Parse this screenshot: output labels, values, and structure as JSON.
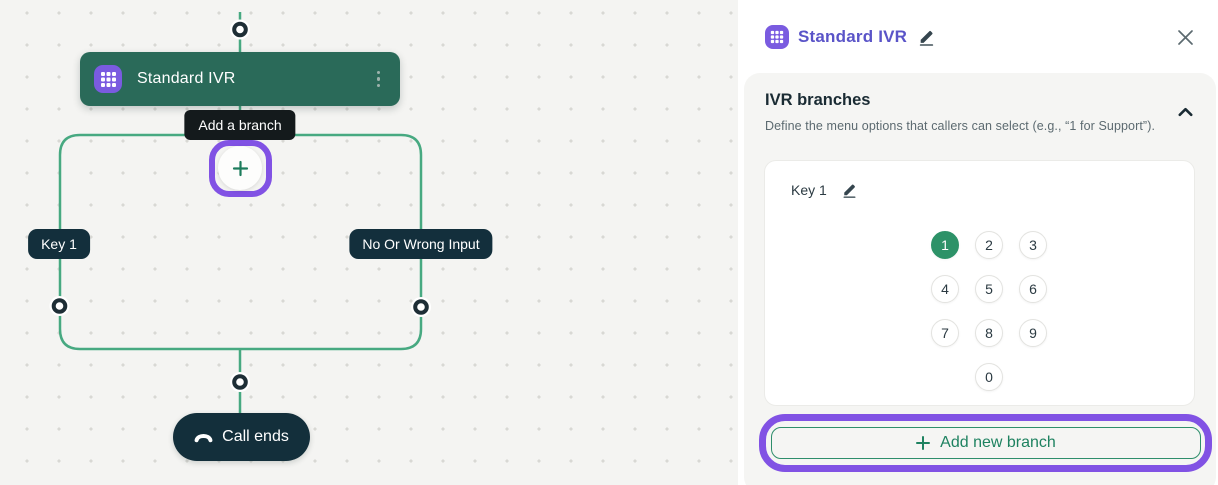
{
  "canvas": {
    "ivr_node": {
      "label": "Standard IVR",
      "icon": "dialpad-icon"
    },
    "tooltip": {
      "label": "Add a branch"
    },
    "add_branch_plus": {
      "icon": "plus-icon"
    },
    "branches": [
      {
        "label": "Key 1"
      },
      {
        "label": "No Or Wrong Input"
      }
    ],
    "end_node": {
      "label": "Call ends",
      "icon": "phone-hangup-icon"
    }
  },
  "panel": {
    "header": {
      "title": "Standard IVR",
      "edit_icon": "pencil-icon",
      "close_icon": "close-icon"
    },
    "ivr_branches": {
      "title": "IVR branches",
      "subtitle": "Define the menu options that callers can select (e.g., “1 for Support”).",
      "collapse_icon": "chevron-up-icon",
      "key_card": {
        "title": "Key 1",
        "edit_icon": "pencil-icon",
        "keypad": {
          "rows": [
            [
              "1",
              "2",
              "3"
            ],
            [
              "4",
              "5",
              "6"
            ],
            [
              "7",
              "8",
              "9"
            ],
            [
              "0"
            ]
          ],
          "selected_key": "1"
        }
      },
      "add_button": {
        "label": "Add new branch",
        "icon": "plus-icon"
      }
    }
  },
  "colors": {
    "node_teal": "#2a6a59",
    "dark_navy_pill": "#132f3c",
    "flow_line_green": "#47a981",
    "selected_key_green": "#2d9268",
    "button_green": "#1e8260",
    "highlight_purple": "#8152e4",
    "brand_purple_icon": "#7a5be0",
    "panel_title_purple": "#5a54c8",
    "canvas_bg": "#f4f4f2",
    "card_bg": "#f5f5f3"
  }
}
